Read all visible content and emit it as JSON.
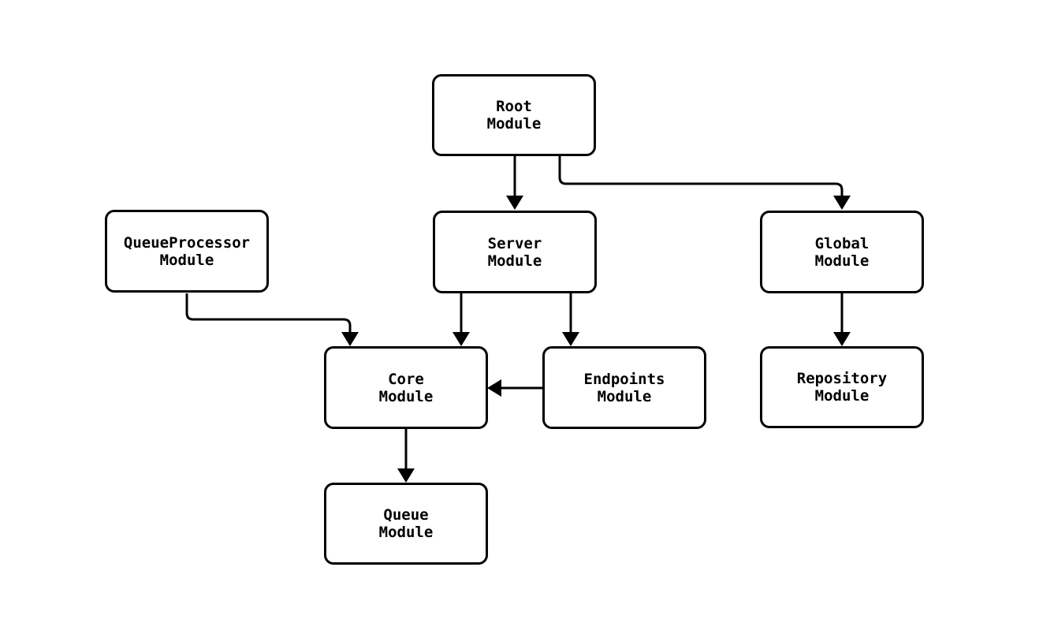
{
  "diagram": {
    "type": "module-dependency-graph",
    "background_color": "#ffffff",
    "node_fill_color": "#ffffff",
    "node_border_color": "#000000",
    "edge_color": "#000000",
    "text_color": "#000000",
    "nodes": [
      {
        "id": "root",
        "label": "Root\nModule"
      },
      {
        "id": "queueprocessor",
        "label": "QueueProcessor\nModule"
      },
      {
        "id": "server",
        "label": "Server\nModule"
      },
      {
        "id": "global",
        "label": "Global\nModule"
      },
      {
        "id": "core",
        "label": "Core\nModule"
      },
      {
        "id": "endpoints",
        "label": "Endpoints\nModule"
      },
      {
        "id": "repository",
        "label": "Repository\nModule"
      },
      {
        "id": "queue",
        "label": "Queue\nModule"
      }
    ],
    "edges": [
      {
        "from": "root",
        "to": "server"
      },
      {
        "from": "root",
        "to": "global"
      },
      {
        "from": "queueprocessor",
        "to": "core"
      },
      {
        "from": "server",
        "to": "core"
      },
      {
        "from": "server",
        "to": "endpoints"
      },
      {
        "from": "endpoints",
        "to": "core"
      },
      {
        "from": "global",
        "to": "repository"
      },
      {
        "from": "core",
        "to": "queue"
      }
    ]
  }
}
